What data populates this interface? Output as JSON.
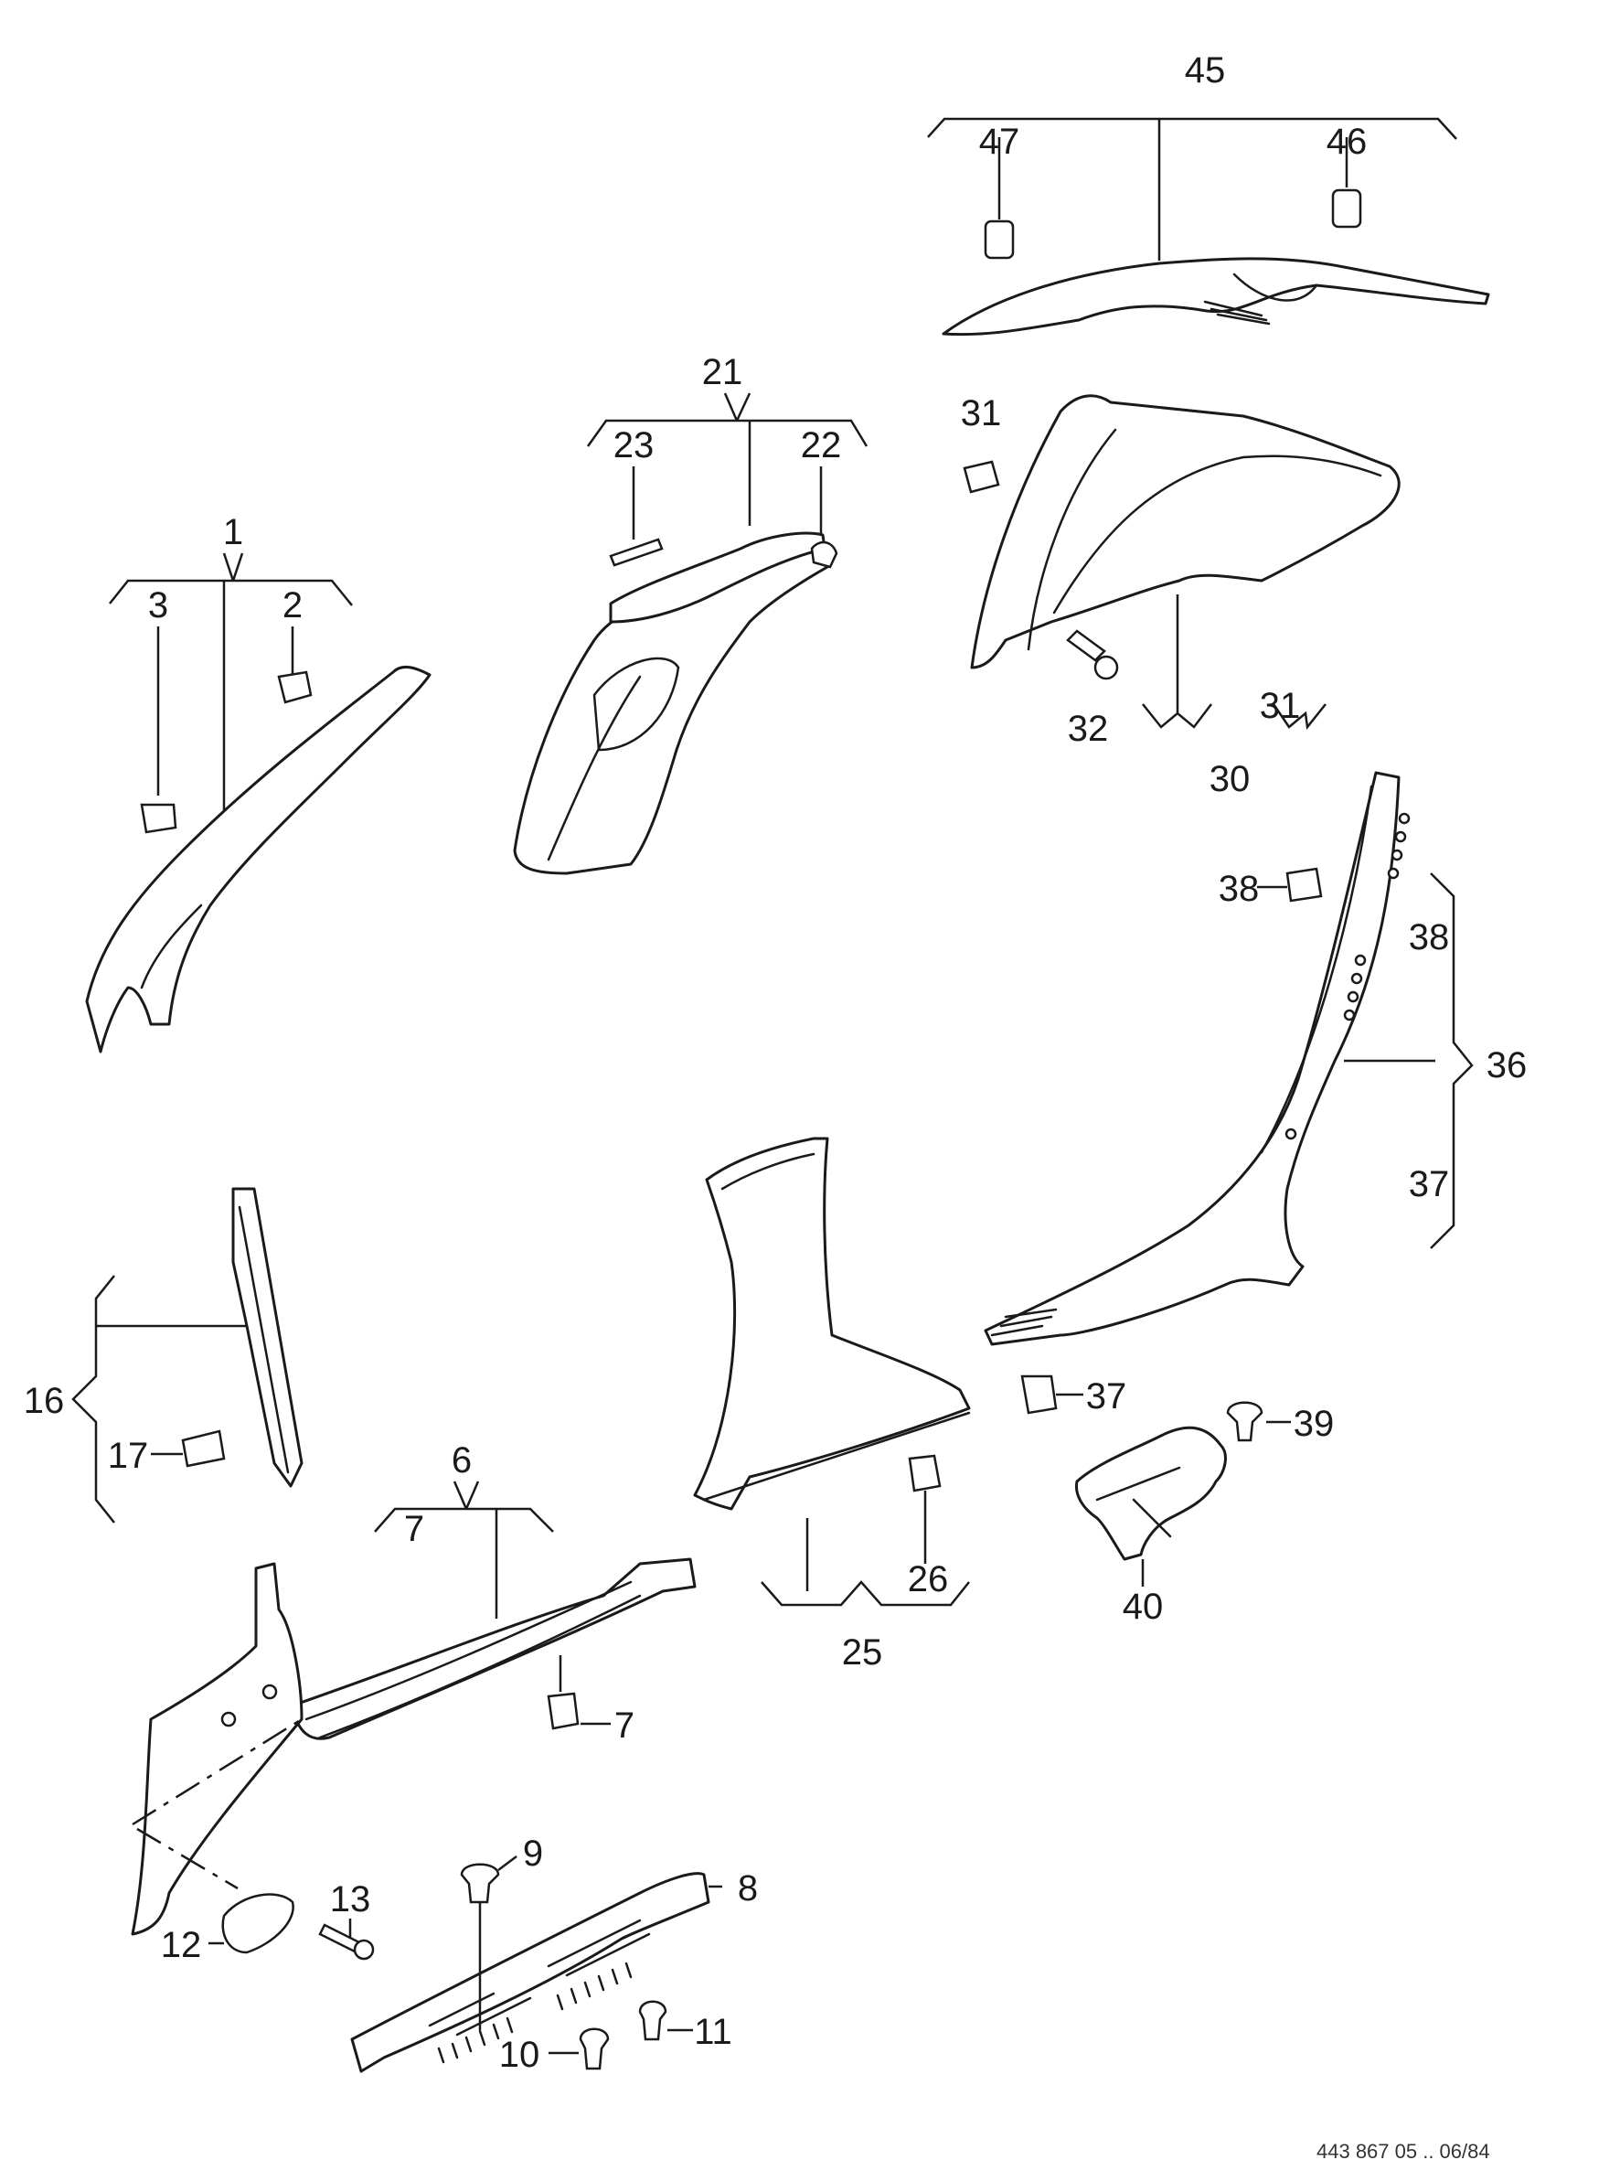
{
  "callouts": {
    "c1": "1",
    "c2": "2",
    "c3": "3",
    "c6": "6",
    "c7a": "7",
    "c7b": "7",
    "c8": "8",
    "c9": "9",
    "c10": "10",
    "c11": "11",
    "c12": "12",
    "c13": "13",
    "c16": "16",
    "c17": "17",
    "c21": "21",
    "c22": "22",
    "c23": "23",
    "c25": "25",
    "c26": "26",
    "c30": "30",
    "c31a": "31",
    "c31b": "31",
    "c32": "32",
    "c36": "36",
    "c37a": "37",
    "c37b": "37",
    "c38a": "38",
    "c38b": "38",
    "c39": "39",
    "c40": "40",
    "c45": "45",
    "c46": "46",
    "c47": "47"
  },
  "reference_code": "443 867 05 .. 06/84"
}
